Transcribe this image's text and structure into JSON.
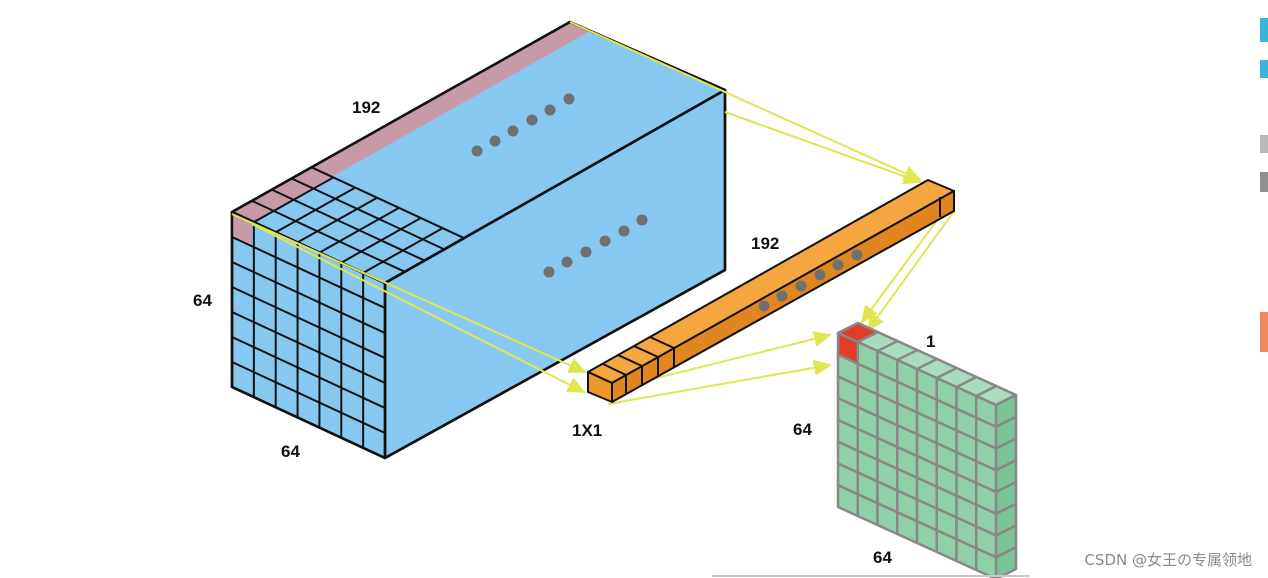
{
  "labels": {
    "input_depth": "192",
    "input_height": "64",
    "input_width": "64",
    "kernel_depth": "192",
    "kernel_size": "1X1",
    "output_height": "64",
    "output_width": "64",
    "output_depth": "1"
  },
  "watermark": "CSDN @女王の专属领地",
  "colors": {
    "input_volume": "#86c8f0",
    "input_highlight": "#c89aa8",
    "kernel": "#f0972c",
    "output": "#90d0a8",
    "output_highlight": "#e43c2c",
    "arrow": "#e0e650",
    "dots": "#707070"
  }
}
